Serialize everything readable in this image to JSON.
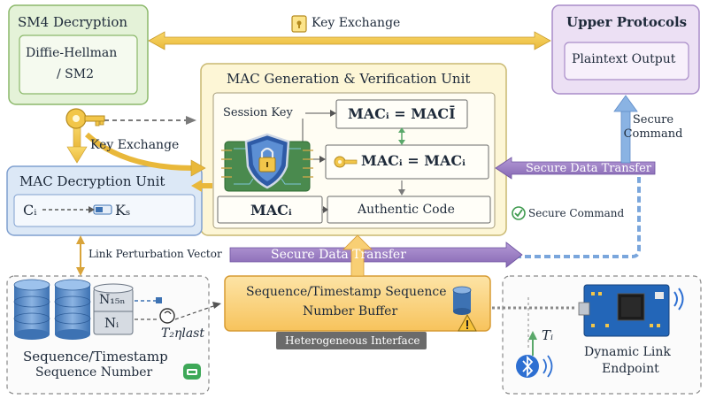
{
  "sm4": {
    "title": "SM4 Decryption",
    "inner_line1": "Diffie-Hellman",
    "inner_line2": "/ SM2"
  },
  "top_exchange": {
    "label": "Key Exchange",
    "icon": "lock-icon"
  },
  "upper": {
    "title": "Upper Protocols",
    "inner": "Plaintext Output"
  },
  "mac_unit": {
    "title": "MAC Generation & Verification Unit",
    "session_key": "Session Key",
    "eq_top": "MACᵢ = MACĪ",
    "eq_mid": "MACᵢ = MACᵢ",
    "mac_i": "MACᵢ",
    "authentic": "Authentic Code",
    "chip_icon": "shield-lock-chip-icon"
  },
  "left_exchange": {
    "label": "Key Exchange",
    "icon": "key-icon"
  },
  "mac_decrypt": {
    "title": "MAC Decryption Unit",
    "ci": "Cᵢ",
    "ks": "Kₛ"
  },
  "right_arrow": {
    "secure_command": "Secure Command",
    "secure_data_transfer": "Secure Data Transfer",
    "secure_command_check": "Secure Command"
  },
  "link_vector": "Link Perturbation Vector",
  "middle_transfer": "Secure Data Transfer",
  "seq_left": {
    "n1": "N₁₅ₙ",
    "ni": "Nᵢ",
    "t_label": "T₂ηlast",
    "caption1": "Sequence/Timestamp",
    "caption2": "Sequence Number"
  },
  "buffer": {
    "line1": "Sequence/Timestamp Sequence",
    "line2": "Number Buffer",
    "interface": "Heterogeneous Interface"
  },
  "endpoint": {
    "ti": "Tᵢ",
    "line1": "Dynamic Link",
    "line2": "Endpoint",
    "bluetooth_icon": "bluetooth-icon",
    "device_icon": "circuit-board-icon"
  },
  "colors": {
    "green_fill": "#e4f2d8",
    "green_border": "#8bb86a",
    "yellow_fill": "#fdf6d6",
    "yellow_border": "#c9b870",
    "blue_fill": "#dce8f6",
    "blue_border": "#7f9fcf",
    "purple_fill": "#ece0f4",
    "purple_border": "#a88cc8",
    "orange_fill": "#fbd98c",
    "arrow_yellow": "#f2c64a",
    "arrow_purple": "#9c7fc4",
    "arrow_blue": "#7aa6dc"
  }
}
